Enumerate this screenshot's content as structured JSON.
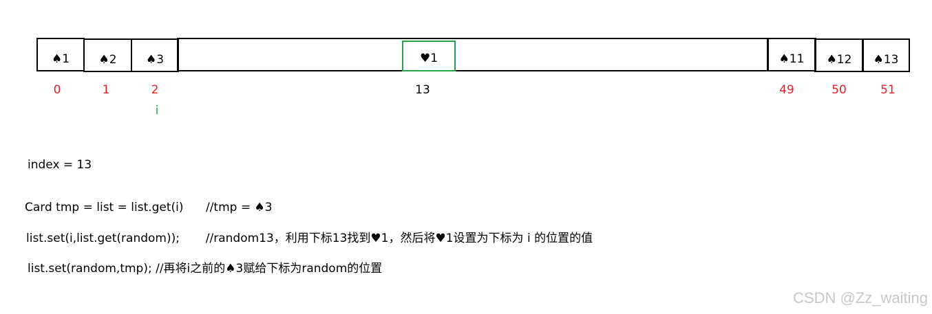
{
  "cells": [
    {
      "label": "♠1"
    },
    {
      "label": "♠2"
    },
    {
      "label": "♠3"
    },
    {
      "label": ""
    },
    {
      "label": "♠11"
    },
    {
      "label": "♠12"
    },
    {
      "label": "♠13"
    }
  ],
  "highlight": {
    "label": "♥1",
    "color": "#21a347"
  },
  "indices": [
    {
      "text": "0",
      "color": "red"
    },
    {
      "text": "1",
      "color": "red"
    },
    {
      "text": "2",
      "color": "red"
    },
    {
      "text": "13",
      "color": "black"
    },
    {
      "text": "49",
      "color": "red"
    },
    {
      "text": "50",
      "color": "red"
    },
    {
      "text": "51",
      "color": "red"
    }
  ],
  "pointer": "i",
  "code": {
    "line1": "index = 13",
    "line2": "Card tmp = list = list.get(i)      //tmp = ♠3",
    "line3": "list.set(i,list.get(random));       //random13，利用下标13找到♥1，然后将♥1设置为下标为 i 的位置的值",
    "line4": "list.set(random,tmp); //再将i之前的♠3赋给下标为random的位置"
  },
  "watermark": "CSDN @Zz_waiting",
  "colors": {
    "index_red": "#e0202a",
    "pointer_green": "#21a347"
  }
}
